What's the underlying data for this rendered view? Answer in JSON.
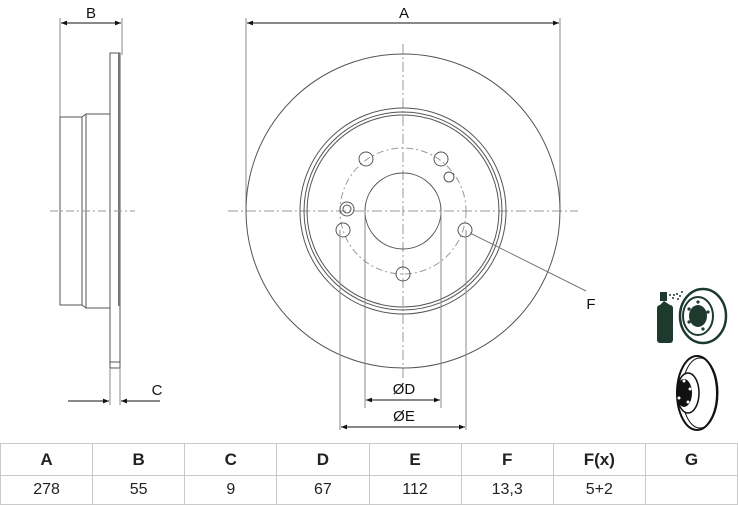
{
  "drawing": {
    "title": "Brake disc technical drawing",
    "dimension_labels": {
      "A": "A",
      "B": "B",
      "C": "C",
      "D": "ØD",
      "E": "ØE",
      "F": "F"
    }
  },
  "spec_table": {
    "headers": [
      "A",
      "B",
      "C",
      "D",
      "E",
      "F",
      "F(x)",
      "G"
    ],
    "values": [
      "278",
      "55",
      "9",
      "67",
      "112",
      "13,3",
      "5+2",
      ""
    ]
  },
  "icons": [
    {
      "name": "coated-disc-spray-icon"
    },
    {
      "name": "brake-disc-icon"
    }
  ],
  "colors": {
    "line": "#555555",
    "centerline": "#9a9a9a",
    "icon_fill": "#1e3a2f",
    "table_border": "#c9c9c9"
  }
}
